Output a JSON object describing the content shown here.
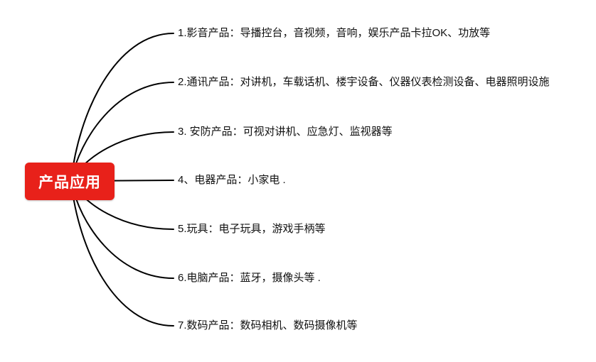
{
  "diagram": {
    "type": "mindmap",
    "root": {
      "label": "产品应用",
      "color": "#e8211a",
      "text_color": "#ffffff"
    },
    "branches": [
      {
        "label": "1.影音产品：导播控台，音视频，音响，娱乐产品卡拉OK、功放等"
      },
      {
        "label": "2.通讯产品：对讲机，车载话机、楼宇设备、仪器仪表检测设备、电器照明设施"
      },
      {
        "label": "3. 安防产品：可视对讲机、应急灯、监视器等"
      },
      {
        "label": "4、电器产品：小家电 ."
      },
      {
        "label": "5.玩具：电子玩具，游戏手柄等"
      },
      {
        "label": "6.电脑产品：蓝牙，摄像头等 ."
      },
      {
        "label": "7.数码产品：数码相机、数码摄像机等"
      }
    ],
    "edge_color": "#000000"
  }
}
